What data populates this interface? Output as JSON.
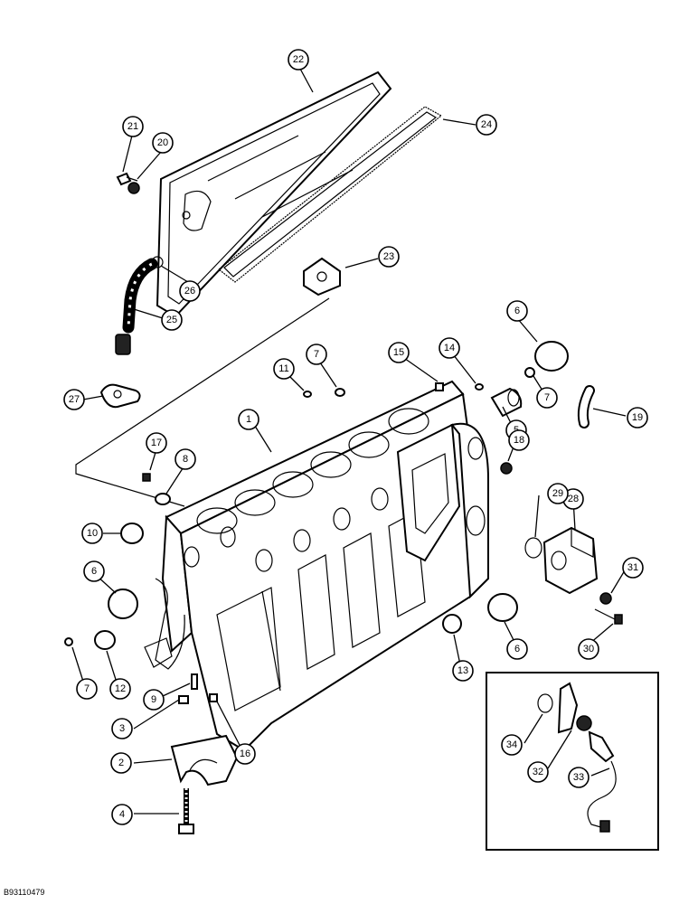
{
  "figure_code": "B93110479",
  "callouts": [
    "1",
    "2",
    "3",
    "4",
    "5",
    "6",
    "6",
    "6",
    "7",
    "7",
    "7",
    "8",
    "9",
    "10",
    "11",
    "12",
    "13",
    "14",
    "15",
    "16",
    "17",
    "18",
    "19",
    "20",
    "21",
    "22",
    "23",
    "24",
    "25",
    "26",
    "27",
    "28",
    "29",
    "30",
    "31",
    "32",
    "33",
    "34"
  ]
}
